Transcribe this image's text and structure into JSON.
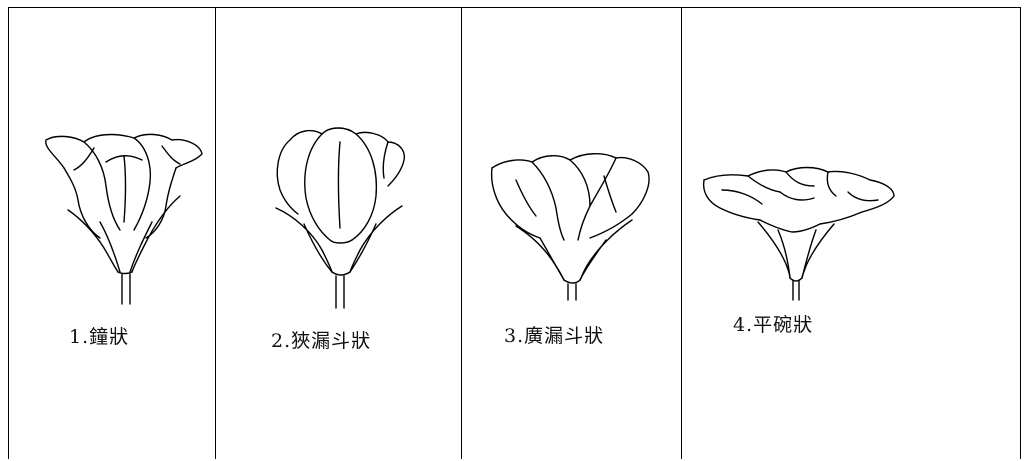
{
  "panels": [
    {
      "caption": "1.鐘狀"
    },
    {
      "caption": "2.狹漏斗狀"
    },
    {
      "caption": "3.廣漏斗狀"
    },
    {
      "caption": "4.平碗狀"
    }
  ]
}
